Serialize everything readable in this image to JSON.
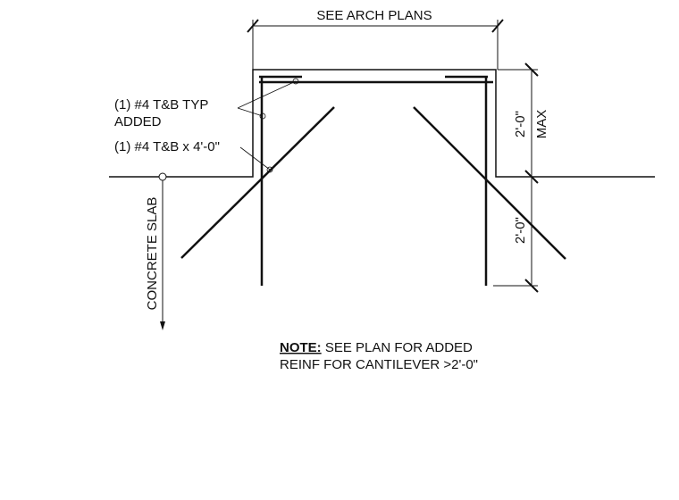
{
  "dimension_top": "SEE ARCH PLANS",
  "callouts": {
    "typ_line1": "(1) #4 T&B TYP",
    "typ_line2": "ADDED",
    "extra_bar": "(1) #4 T&B x 4'-0\""
  },
  "slab_label": "CONCRETE SLAB",
  "dim_upper": "2'-0\"",
  "dim_upper_max": "MAX",
  "dim_lower": "2'-0\"",
  "note": {
    "label": "NOTE:",
    "line1_rest": " SEE PLAN FOR ADDED",
    "line2": "REINF FOR CANTILEVER >2'-0\""
  }
}
